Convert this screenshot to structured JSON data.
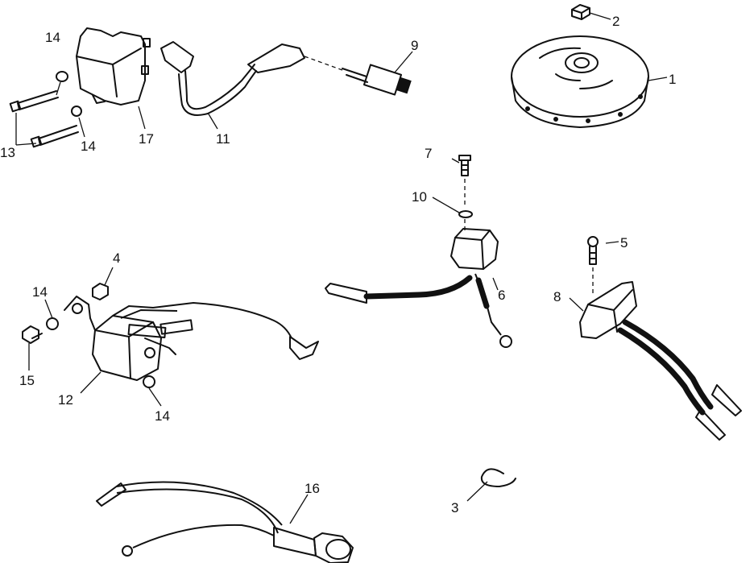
{
  "callouts": {
    "c1": "1",
    "c2": "2",
    "c3": "3",
    "c4": "4",
    "c5": "5",
    "c6": "6",
    "c7": "7",
    "c8": "8",
    "c9": "9",
    "c10": "10",
    "c11": "11",
    "c12": "12",
    "c13": "13",
    "c14a": "14",
    "c14b": "14",
    "c14c": "14",
    "c14d": "14",
    "c15": "15",
    "c16": "16",
    "c17": "17"
  }
}
